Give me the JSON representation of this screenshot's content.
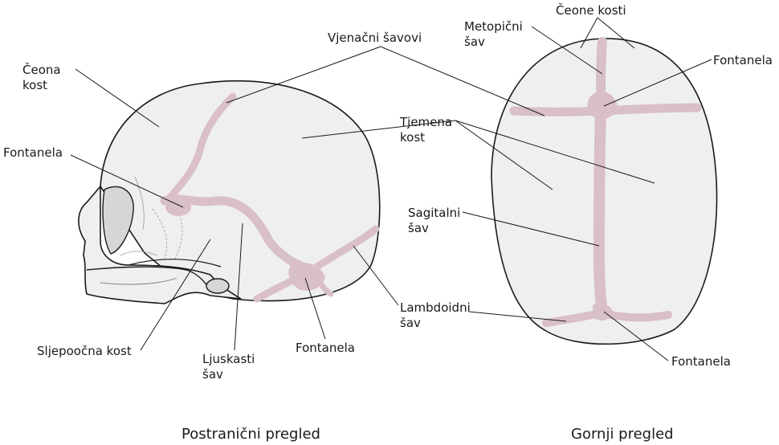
{
  "colors": {
    "suture": "#d9bfc8",
    "bone": "#efefef",
    "outline": "#1a1a1a"
  },
  "lateral": {
    "caption": "Postranični pregled",
    "labels": {
      "frontal_bone": "Čeona\nkost",
      "fontanel_front": "Fontanela",
      "coronal_sutures": "Vjenačni šavovi",
      "parietal_bone": "Tjemena\nkost",
      "lambdoid_suture": "Lambdoidni\nšav",
      "temporal_bone": "Sljepoočna kost",
      "squamous_suture": "Ljuskasti\nšav",
      "fontanel_back": "Fontanela"
    }
  },
  "top": {
    "caption": "Gornji pregled",
    "labels": {
      "metopic_suture": "Metopični\nšav",
      "frontal_bones": "Čeone kosti",
      "fontanel_front": "Fontanela",
      "sagittal_suture": "Sagitalni\nšav",
      "fontanel_back": "Fontanela"
    }
  }
}
